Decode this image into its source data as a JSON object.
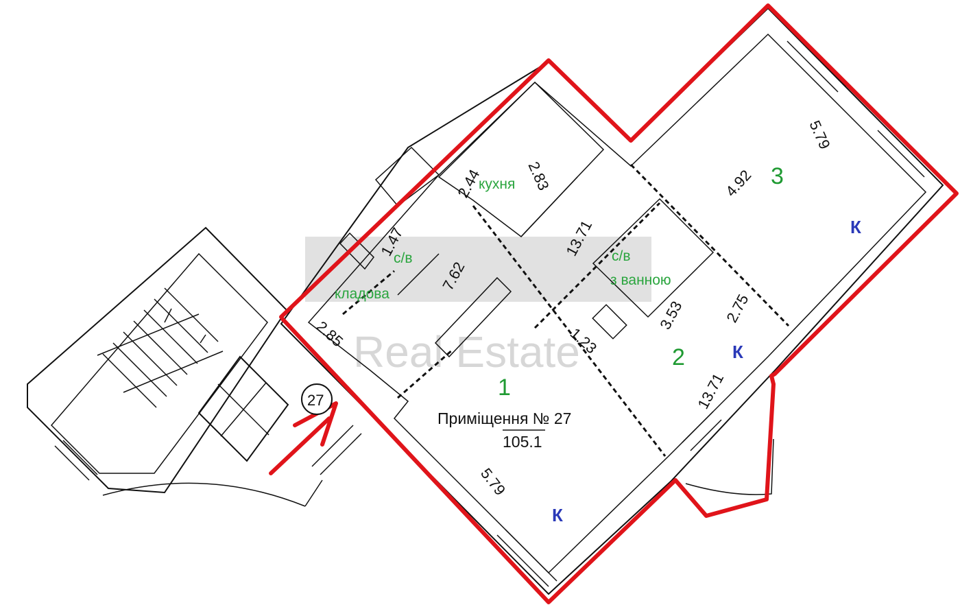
{
  "plan": {
    "title": "Приміщення № 27",
    "area": "105.1",
    "apartment_number": "27"
  },
  "rooms": [
    {
      "number": "1"
    },
    {
      "number": "2"
    },
    {
      "number": "3"
    }
  ],
  "room_labels": {
    "kitchen": "кухня",
    "bathroom_1": "с/в",
    "bathroom_2_line1": "с/в",
    "bathroom_2_line2": "з ванною",
    "storage": "кладова"
  },
  "balcony_marks": [
    "К",
    "К",
    "К"
  ],
  "dimensions": {
    "d_579_top": "5.79",
    "d_492": "4.92",
    "d_244": "2.44",
    "d_283": "2.83",
    "d_1371_mid": "13.71",
    "d_147": "1.47",
    "d_762": "7.62",
    "d_353": "3.53",
    "d_275": "2.75",
    "d_285": "2.85",
    "d_123": "1.23",
    "d_1371_right": "13.71",
    "d_579_bottom": "5.79"
  },
  "watermark": {
    "text": "Real Estate"
  },
  "colors": {
    "outline": "#e0141a",
    "room_number": "#1f9a32",
    "room_label": "#2aa53e",
    "balcony_mark": "#2a39b8"
  }
}
